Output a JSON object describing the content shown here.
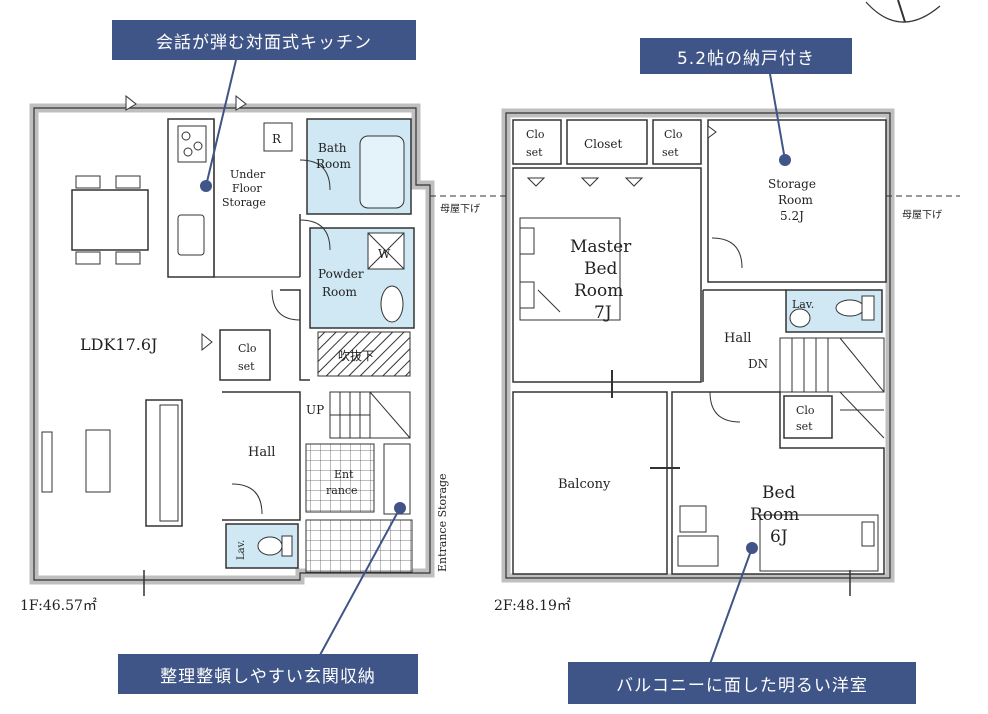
{
  "callouts": {
    "kitchen": "会話が弾む対面式キッチン",
    "storage_room": "5.2帖の納戸付き",
    "entrance": "整理整頓しやすい玄関収納",
    "bedroom": "バルコニーに面した明るい洋室"
  },
  "floor1": {
    "area": "1F:46.57㎡",
    "ldk": "LDK17.6J",
    "under_floor_1": "Under",
    "under_floor_2": "Floor",
    "under_floor_3": "Storage",
    "bath_1": "Bath",
    "bath_2": "Room",
    "powder_1": "Powder",
    "powder_2": "Room",
    "w": "W",
    "fukinuke": "吹抜下",
    "closet_1": "Clo",
    "closet_2": "set",
    "hall": "Hall",
    "up": "UP",
    "entrance_1": "Ent",
    "entrance_2": "rance",
    "entrance_storage": "Entrance Storage",
    "lav": "Lav."
  },
  "floor2": {
    "area": "2F:48.19㎡",
    "closet_a1": "Clo",
    "closet_a2": "set",
    "closet_b": "Closet",
    "closet_c1": "Clo",
    "closet_c2": "set",
    "master_1": "Master",
    "master_2": "Bed",
    "master_3": "Room",
    "master_4": "7J",
    "storage_1": "Storage",
    "storage_2": "Room",
    "storage_3": "5.2J",
    "roof_left": "母屋下げ",
    "roof_right": "母屋下げ",
    "lav": "Lav.",
    "hall": "Hall",
    "dn": "DN",
    "closet_d1": "Clo",
    "closet_d2": "set",
    "balcony": "Balcony",
    "bed_1": "Bed",
    "bed_2": "Room",
    "bed_3": "6J"
  },
  "colors": {
    "callout": "#3f5587",
    "water": "#cfe8f3",
    "wall": "#c8c8c8",
    "line": "#333333"
  }
}
